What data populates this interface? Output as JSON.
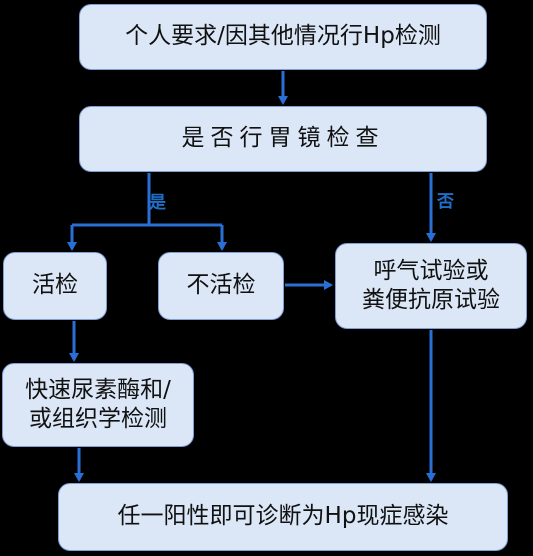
{
  "nodes": {
    "start": "个人要求/因其他情况行Hp检测",
    "decide": "是否行胃镜检查",
    "active": "活检",
    "inactive": "不活检",
    "breath_line1": "呼气试验或",
    "breath_line2": "粪便抗原试验",
    "rapid_line1": "快速尿素酶和/",
    "rapid_line2": "或组织学检测",
    "final": "任一阳性即可诊断为Hp现症感染"
  },
  "labels": {
    "yes": "是",
    "no": "否"
  },
  "colors": {
    "background": "#000000",
    "node_fill": "#dbe6f6",
    "node_border": "#7f9fd3",
    "arrow": "#2a6fd6",
    "label": "#1f6fc8"
  }
}
